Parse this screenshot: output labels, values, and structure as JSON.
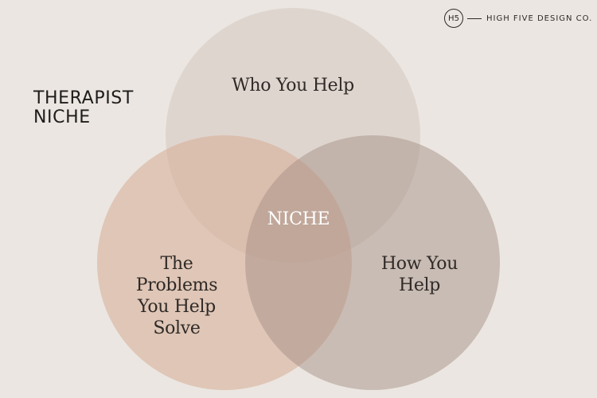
{
  "brand": {
    "mark": "H5",
    "name": "HIGH FIVE DESIGN CO."
  },
  "title": {
    "line1": "THERAPIST",
    "line2": "NICHE"
  },
  "venn": {
    "circles": [
      {
        "id": "who",
        "lines": [
          "Who You Help"
        ],
        "color": "#dacec7"
      },
      {
        "id": "problems",
        "lines": [
          "The",
          "Problems",
          "You Help",
          "Solve"
        ],
        "color": "#d5ab93"
      },
      {
        "id": "how",
        "lines": [
          "How You",
          "Help"
        ],
        "color": "#a48e84"
      }
    ],
    "center": "NICHE"
  },
  "colors": {
    "background": "#ebe6e1",
    "text": "#2f2a27",
    "center_text": "#ffffff"
  }
}
